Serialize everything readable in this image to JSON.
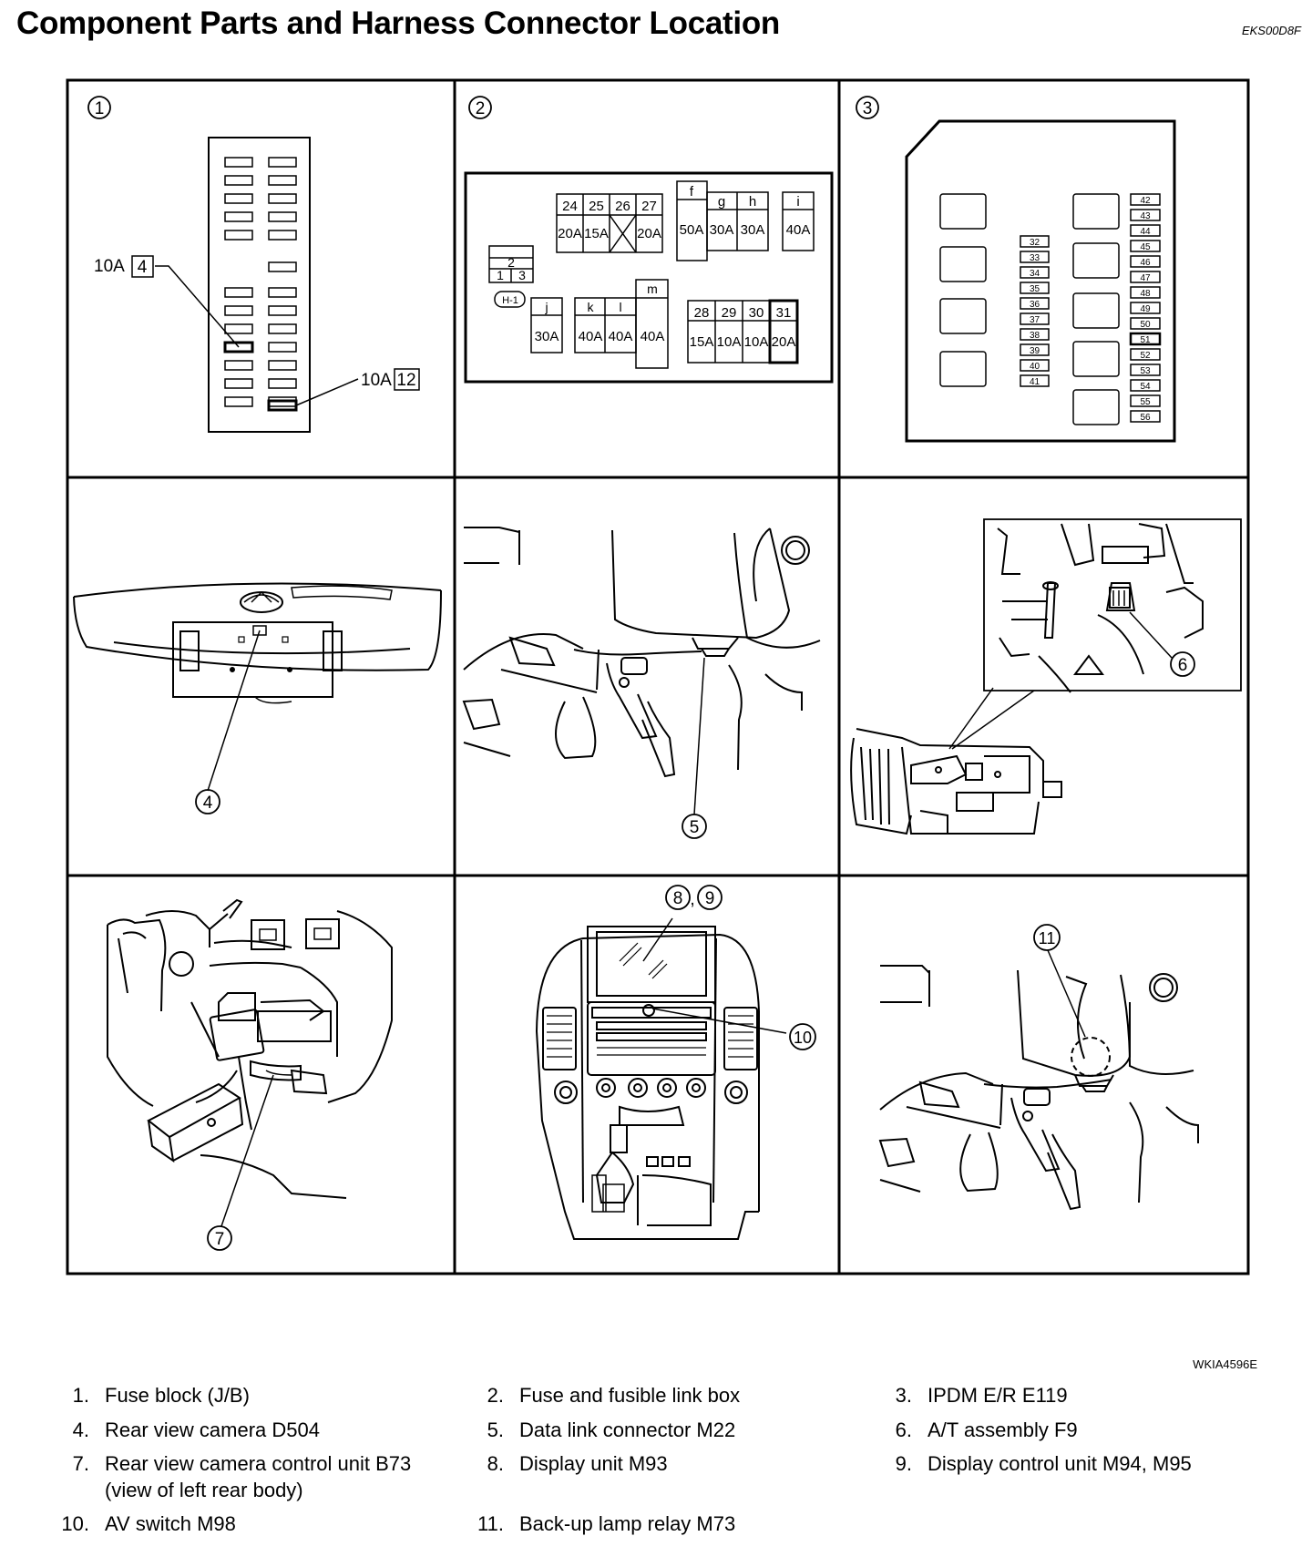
{
  "header": {
    "title": "Component Parts and Harness Connector Location",
    "code": "EKS00D8F"
  },
  "figure": {
    "code": "WKIA4596E"
  },
  "panels": {
    "p1": {
      "num": "1",
      "fuse_left_value": "10A",
      "fuse_left_slot": "4",
      "fuse_right_value": "10A",
      "fuse_right_slot": "12"
    },
    "p2": {
      "num": "2",
      "top_nums": [
        "24",
        "25",
        "26",
        "27"
      ],
      "top_vals": [
        "20A",
        "15A",
        "",
        "20A"
      ],
      "fgh_letters": [
        "f",
        "g",
        "h",
        "i"
      ],
      "fgh_vals": [
        "50A",
        "30A",
        "30A",
        "40A"
      ],
      "relay_nums": [
        "2",
        "1",
        "3"
      ],
      "relay_tag": "H-1",
      "jklm_letters": [
        "j",
        "k",
        "l",
        "m"
      ],
      "jklm_vals": [
        "30A",
        "40A",
        "40A",
        "40A"
      ],
      "bot_nums": [
        "28",
        "29",
        "30",
        "31"
      ],
      "bot_vals": [
        "15A",
        "10A",
        "10A",
        "20A"
      ]
    },
    "p3": {
      "num": "3",
      "col_a": [
        "32",
        "33",
        "34",
        "35",
        "36",
        "37",
        "38",
        "39",
        "40",
        "41"
      ],
      "col_b": [
        "42",
        "43",
        "44",
        "45",
        "46",
        "47",
        "48",
        "49",
        "50",
        "51",
        "52",
        "53",
        "54",
        "55",
        "56"
      ]
    },
    "callouts": [
      "4",
      "5",
      "6",
      "7",
      "8",
      "9",
      "10",
      "11"
    ]
  },
  "legend": [
    {
      "num": "1.",
      "text": "Fuse block (J/B)"
    },
    {
      "num": "2.",
      "text": "Fuse and fusible link box"
    },
    {
      "num": "3.",
      "text": "IPDM E/R E119"
    },
    {
      "num": "4.",
      "text": "Rear view camera D504"
    },
    {
      "num": "5.",
      "text": "Data link connector M22"
    },
    {
      "num": "6.",
      "text": "A/T assembly F9"
    },
    {
      "num": "7.",
      "text": "Rear view camera control unit B73"
    },
    {
      "num": "",
      "text": "(view of left rear body)"
    },
    {
      "num": "8.",
      "text": "Display unit M93"
    },
    {
      "num": "9.",
      "text": "Display control unit M94, M95"
    },
    {
      "num": "10.",
      "text": "AV switch M98"
    },
    {
      "num": "11.",
      "text": "Back-up lamp relay M73"
    }
  ]
}
